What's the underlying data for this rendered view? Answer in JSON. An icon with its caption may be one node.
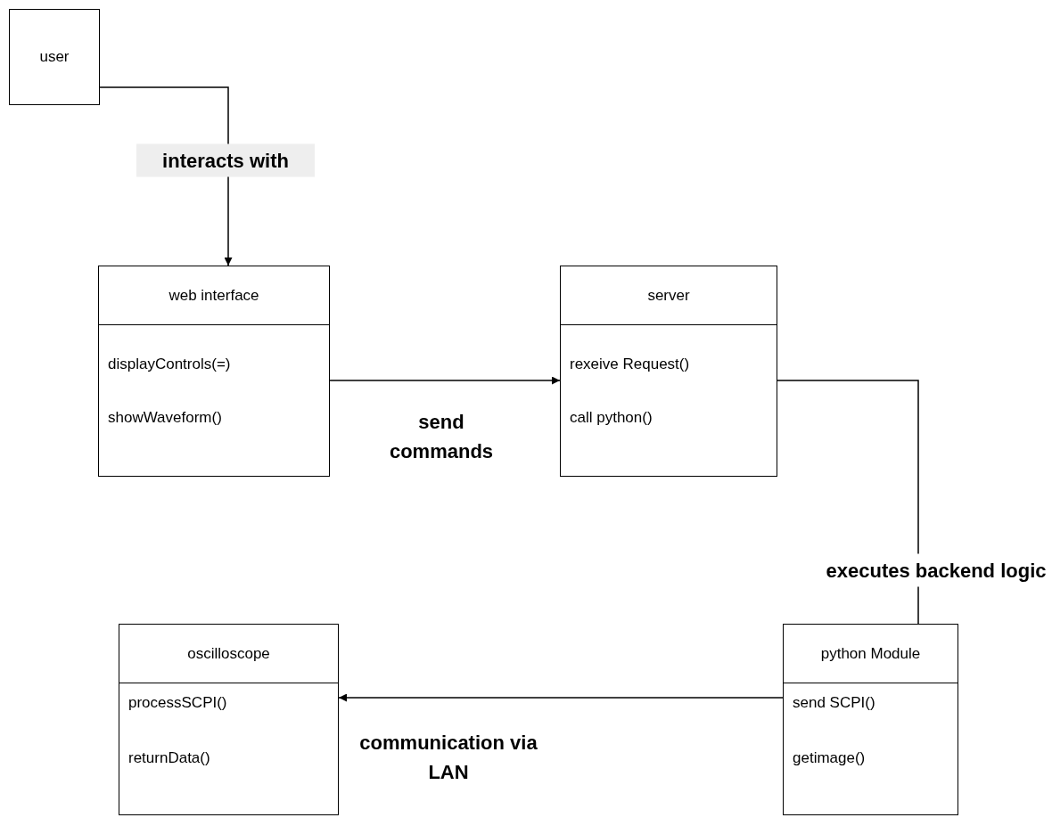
{
  "diagram": {
    "nodes": [
      {
        "text": [
          "user"
        ]
      },
      {
        "text": [
          "web interface",
          "displayControls(=)",
          "showWaveform()"
        ]
      },
      {
        "text": [
          "server",
          "rexeive Request()",
          "call python()"
        ]
      },
      {
        "text": [
          "oscilloscope",
          "processSCPI()",
          "returnData()"
        ]
      },
      {
        "text": [
          "python Module",
          "send SCPI()",
          "getimage()"
        ]
      }
    ],
    "edges": [
      {
        "from": 0,
        "to": 1,
        "arrow": "to",
        "label": "interacts with"
      },
      {
        "from": 1,
        "to": 2,
        "arrow": "to",
        "label": "send commands"
      },
      {
        "from": 2,
        "to": 4,
        "arrow": "to",
        "label": "executes backend logic"
      },
      {
        "from": 4,
        "to": 3,
        "arrow": "to",
        "label": "communication via LAN"
      }
    ]
  }
}
